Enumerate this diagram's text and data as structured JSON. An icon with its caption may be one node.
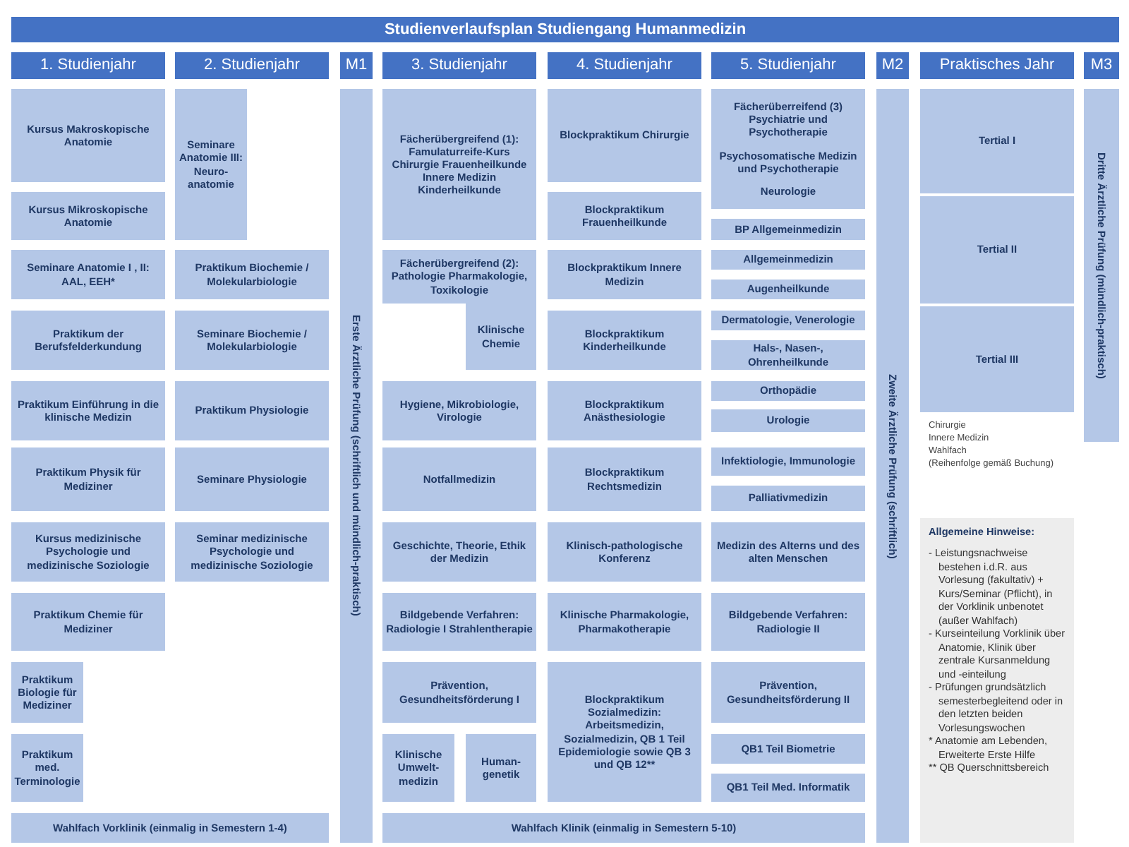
{
  "diagram": {
    "title": "Studienverlaufsplan Studiengang Humanmedizin",
    "nodes": [
      {
        "text": [
          "1. Studienjahr"
        ]
      },
      {
        "text": [
          "2. Studienjahr"
        ]
      },
      {
        "text": [
          "M1"
        ]
      },
      {
        "text": [
          "3. Studienjahr"
        ]
      },
      {
        "text": [
          "4. Studienjahr"
        ]
      },
      {
        "text": [
          "5. Studienjahr"
        ]
      },
      {
        "text": [
          "M2"
        ]
      },
      {
        "text": [
          "Praktisches Jahr"
        ]
      },
      {
        "text": [
          "M3"
        ]
      },
      {
        "text": [
          "Kursus Makroskopische Anatomie"
        ]
      },
      {
        "text": [
          "Kursus Mikroskopische Anatomie"
        ]
      },
      {
        "text": [
          "Seminare Anatomie I , II: AAL, EEH*"
        ]
      },
      {
        "text": [
          "Praktikum der Berufsfelderkundung"
        ]
      },
      {
        "text": [
          "Praktikum Einführung in die klinische Medizin"
        ]
      },
      {
        "text": [
          "Praktikum Physik für Mediziner"
        ]
      },
      {
        "text": [
          "Kursus medizinische Psychologie und medizinische Soziologie"
        ]
      },
      {
        "text": [
          "Praktikum Chemie für Mediziner"
        ]
      },
      {
        "text": [
          "Praktikum Biologie für Mediziner"
        ]
      },
      {
        "text": [
          "Praktikum med. Terminologie"
        ]
      },
      {
        "text": [
          "Seminare Anatomie III: Neuro-anatomie"
        ]
      },
      {
        "text": [
          "Praktikum Biochemie / Molekularbiologie"
        ]
      },
      {
        "text": [
          "Seminare Biochemie / Molekularbiologie"
        ]
      },
      {
        "text": [
          "Praktikum Physiologie"
        ]
      },
      {
        "text": [
          "Seminare Physiologie"
        ]
      },
      {
        "text": [
          "Seminar medizinische Psychologie und medizinische Soziologie"
        ]
      },
      {
        "text": [
          "Wahlfach Vorklinik (einmalig in Semestern 1-4)"
        ]
      },
      {
        "text": [
          "Erste Ärztliche Prüfung (schriftlich und mündlich-praktisch)"
        ]
      },
      {
        "text": [
          "Fächerübergreifend (1): Famulaturreife-Kurs Chirurgie Frauenheilkunde Innere Medizin Kinderheilkunde"
        ]
      },
      {
        "text": [
          "Fächerübergreifend (2): Pathologie Pharmakologie, Toxikologie"
        ]
      },
      {
        "text": [
          "Klinische Chemie"
        ]
      },
      {
        "text": [
          "Hygiene, Mikrobiologie, Virologie"
        ]
      },
      {
        "text": [
          "Notfallmedizin"
        ]
      },
      {
        "text": [
          "Geschichte, Theorie, Ethik der Medizin"
        ]
      },
      {
        "text": [
          "Bildgebende Verfahren: Radiologie I Strahlentherapie"
        ]
      },
      {
        "text": [
          "Prävention, Gesundheitsförderung I"
        ]
      },
      {
        "text": [
          "Klinische Umwelt-medizin"
        ]
      },
      {
        "text": [
          "Human-genetik"
        ]
      },
      {
        "text": [
          "Blockpraktikum Chirurgie"
        ]
      },
      {
        "text": [
          "Blockpraktikum Frauenheilkunde"
        ]
      },
      {
        "text": [
          "Blockpraktikum Innere Medizin"
        ]
      },
      {
        "text": [
          "Blockpraktikum Kinderheilkunde"
        ]
      },
      {
        "text": [
          "Blockpraktikum Anästhesiologie"
        ]
      },
      {
        "text": [
          "Blockpraktikum Rechtsmedizin"
        ]
      },
      {
        "text": [
          "Klinisch-pathologische Konferenz"
        ]
      },
      {
        "text": [
          "Klinische Pharmakologie, Pharmakotherapie"
        ]
      },
      {
        "text": [
          "Blockpraktikum Sozialmedizin: Arbeitsmedizin, Sozialmedizin, QB 1 Teil Epidemiologie sowie QB 3 und QB 12**"
        ]
      },
      {
        "text": [
          "Fächerüberreifend (3) Psychiatrie und Psychotherapie",
          "Psychosomatische Medizin und Psychotherapie",
          "Neurologie"
        ]
      },
      {
        "text": [
          "BP Allgemeinmedizin"
        ]
      },
      {
        "text": [
          "Allgemeinmedizin"
        ]
      },
      {
        "text": [
          "Augenheilkunde"
        ]
      },
      {
        "text": [
          "Dermatologie, Venerologie"
        ]
      },
      {
        "text": [
          "Hals-, Nasen-, Ohrenheilkunde"
        ]
      },
      {
        "text": [
          "Orthopädie"
        ]
      },
      {
        "text": [
          "Urologie"
        ]
      },
      {
        "text": [
          "Infektiologie, Immunologie"
        ]
      },
      {
        "text": [
          "Palliativmedizin"
        ]
      },
      {
        "text": [
          "Medizin des Alterns und des alten Menschen"
        ]
      },
      {
        "text": [
          "Bildgebende Verfahren: Radiologie II"
        ]
      },
      {
        "text": [
          "Prävention, Gesundheitsförderung II"
        ]
      },
      {
        "text": [
          "QB1 Teil Biometrie"
        ]
      },
      {
        "text": [
          "QB1 Teil Med. Informatik"
        ]
      },
      {
        "text": [
          "Wahlfach Klinik (einmalig in Semestern 5-10)"
        ]
      },
      {
        "text": [
          "Zweite Ärztliche Prüfung (schriftlich)"
        ]
      },
      {
        "text": [
          "Tertial I"
        ]
      },
      {
        "text": [
          "Tertial II"
        ]
      },
      {
        "text": [
          "Tertial III"
        ]
      },
      {
        "text": [
          "Dritte Ärztliche Prüfung (mündlich-praktisch)"
        ]
      },
      {
        "text": [
          "Allgemeine Hinweise:",
          "- Leistungsnachweise bestehen i.d.R. aus Vorlesung (fakultativ) + Kurs/Seminar (Pflicht), in der Vorklinik unbenotet (außer Wahlfach)",
          "- Kurseinteilung Vorklinik über Anatomie, Klinik über zentrale Kursanmeldung und -einteilung",
          "- Prüfungen grundsätzlich semesterbegleitend oder in den letzten beiden Vorlesungswochen",
          "* Anatomie am Lebenden, Erweiterte Erste Hilfe",
          "** QB Querschnittsbereich"
        ]
      }
    ],
    "edges": [],
    "labels": [
      "Chirurgie",
      "Innere Medizin",
      "Wahlfach",
      "(Reihenfolge gemäß Buchung)"
    ]
  }
}
